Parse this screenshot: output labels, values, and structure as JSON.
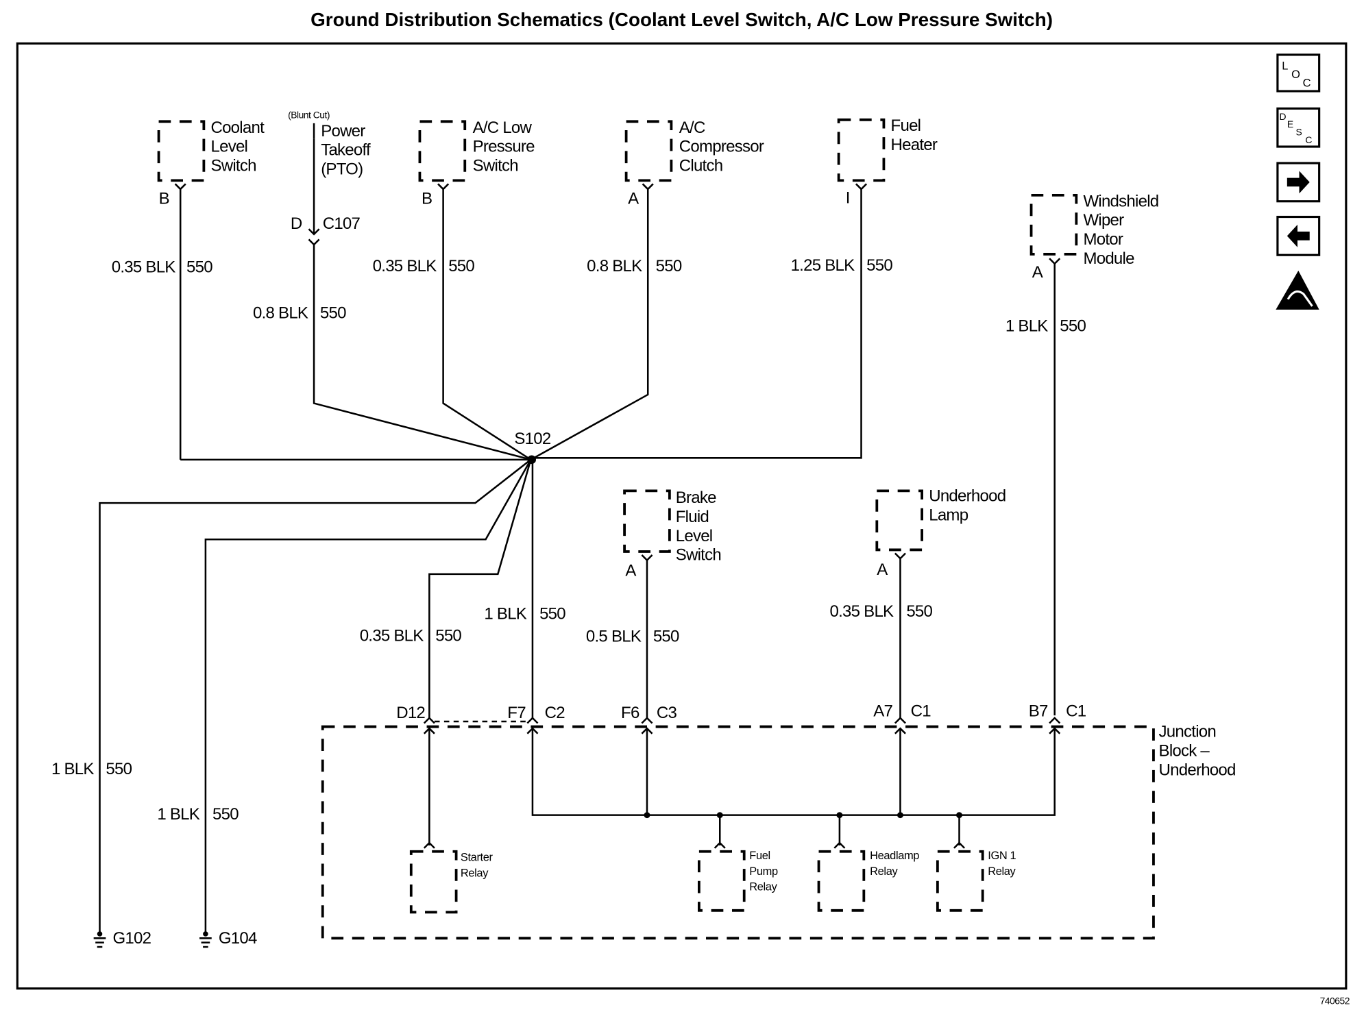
{
  "title": "Ground Distribution Schematics (Coolant Level Switch, A/C Low Pressure Switch)",
  "figure_id": "740652",
  "splice": "S102",
  "nav_icons": [
    {
      "name": "loc-icon",
      "letters": [
        "L",
        "O",
        "C"
      ]
    },
    {
      "name": "desc-icon",
      "letters": [
        "D",
        "E",
        "S",
        "C"
      ]
    },
    {
      "name": "next-arrow-icon",
      "glyph": "➡"
    },
    {
      "name": "prev-arrow-icon",
      "glyph": "⬅"
    },
    {
      "name": "esd-warning-icon"
    }
  ],
  "components_top": [
    {
      "name": "coolant-level-switch",
      "lines": [
        "Coolant",
        "Level",
        "Switch"
      ],
      "pin": "B",
      "wire": "0.35 BLK",
      "circuit": "550"
    },
    {
      "name": "power-takeoff",
      "note": "(Blunt Cut)",
      "lines": [
        "Power",
        "Takeoff",
        "(PTO)"
      ],
      "pin": "D",
      "connector": "C107",
      "wire": "0.8 BLK",
      "circuit": "550"
    },
    {
      "name": "ac-low-pressure-switch",
      "lines": [
        "A/C Low",
        "Pressure",
        "Switch"
      ],
      "pin": "B",
      "wire": "0.35 BLK",
      "circuit": "550"
    },
    {
      "name": "ac-compressor-clutch",
      "lines": [
        "A/C",
        "Compressor",
        "Clutch"
      ],
      "pin": "A",
      "wire": "0.8 BLK",
      "circuit": "550"
    },
    {
      "name": "fuel-heater",
      "lines": [
        "Fuel",
        "Heater"
      ],
      "pin": "I",
      "wire": "1.25 BLK",
      "circuit": "550"
    },
    {
      "name": "windshield-wiper-motor-module",
      "lines": [
        "Windshield",
        "Wiper",
        "Motor",
        "Module"
      ],
      "pin": "A",
      "wire": "1 BLK",
      "circuit": "550"
    }
  ],
  "components_mid": [
    {
      "name": "brake-fluid-level-switch",
      "lines": [
        "Brake",
        "Fluid",
        "Level",
        "Switch"
      ],
      "pin": "A",
      "wire": "0.5 BLK",
      "circuit": "550"
    },
    {
      "name": "underhood-lamp",
      "lines": [
        "Underhood",
        "Lamp"
      ],
      "pin": "A",
      "wire": "0.35 BLK",
      "circuit": "550"
    }
  ],
  "grounds": [
    {
      "id": "G102",
      "wire": "1 BLK",
      "circuit": "550"
    },
    {
      "id": "G104",
      "wire": "1 BLK",
      "circuit": "550"
    }
  ],
  "junction_wires": [
    {
      "wire": "0.35 BLK",
      "circuit": "550",
      "pin": "D12",
      "connector": ""
    },
    {
      "wire": "1 BLK",
      "circuit": "550",
      "pin": "F7",
      "connector": "C2"
    },
    {
      "pin": "F6",
      "connector": "C3"
    },
    {
      "pin": "A7",
      "connector": "C1"
    },
    {
      "pin": "B7",
      "connector": "C1"
    }
  ],
  "junction_block": {
    "lines": [
      "Junction",
      "Block –",
      "Underhood"
    ]
  },
  "relays": [
    {
      "name": "starter-relay",
      "lines": [
        "Starter",
        "Relay"
      ]
    },
    {
      "name": "fuel-pump-relay",
      "lines": [
        "Fuel",
        "Pump",
        "Relay"
      ]
    },
    {
      "name": "headlamp-relay",
      "lines": [
        "Headlamp",
        "Relay"
      ]
    },
    {
      "name": "ign1-relay",
      "lines": [
        "IGN 1",
        "Relay"
      ]
    }
  ]
}
